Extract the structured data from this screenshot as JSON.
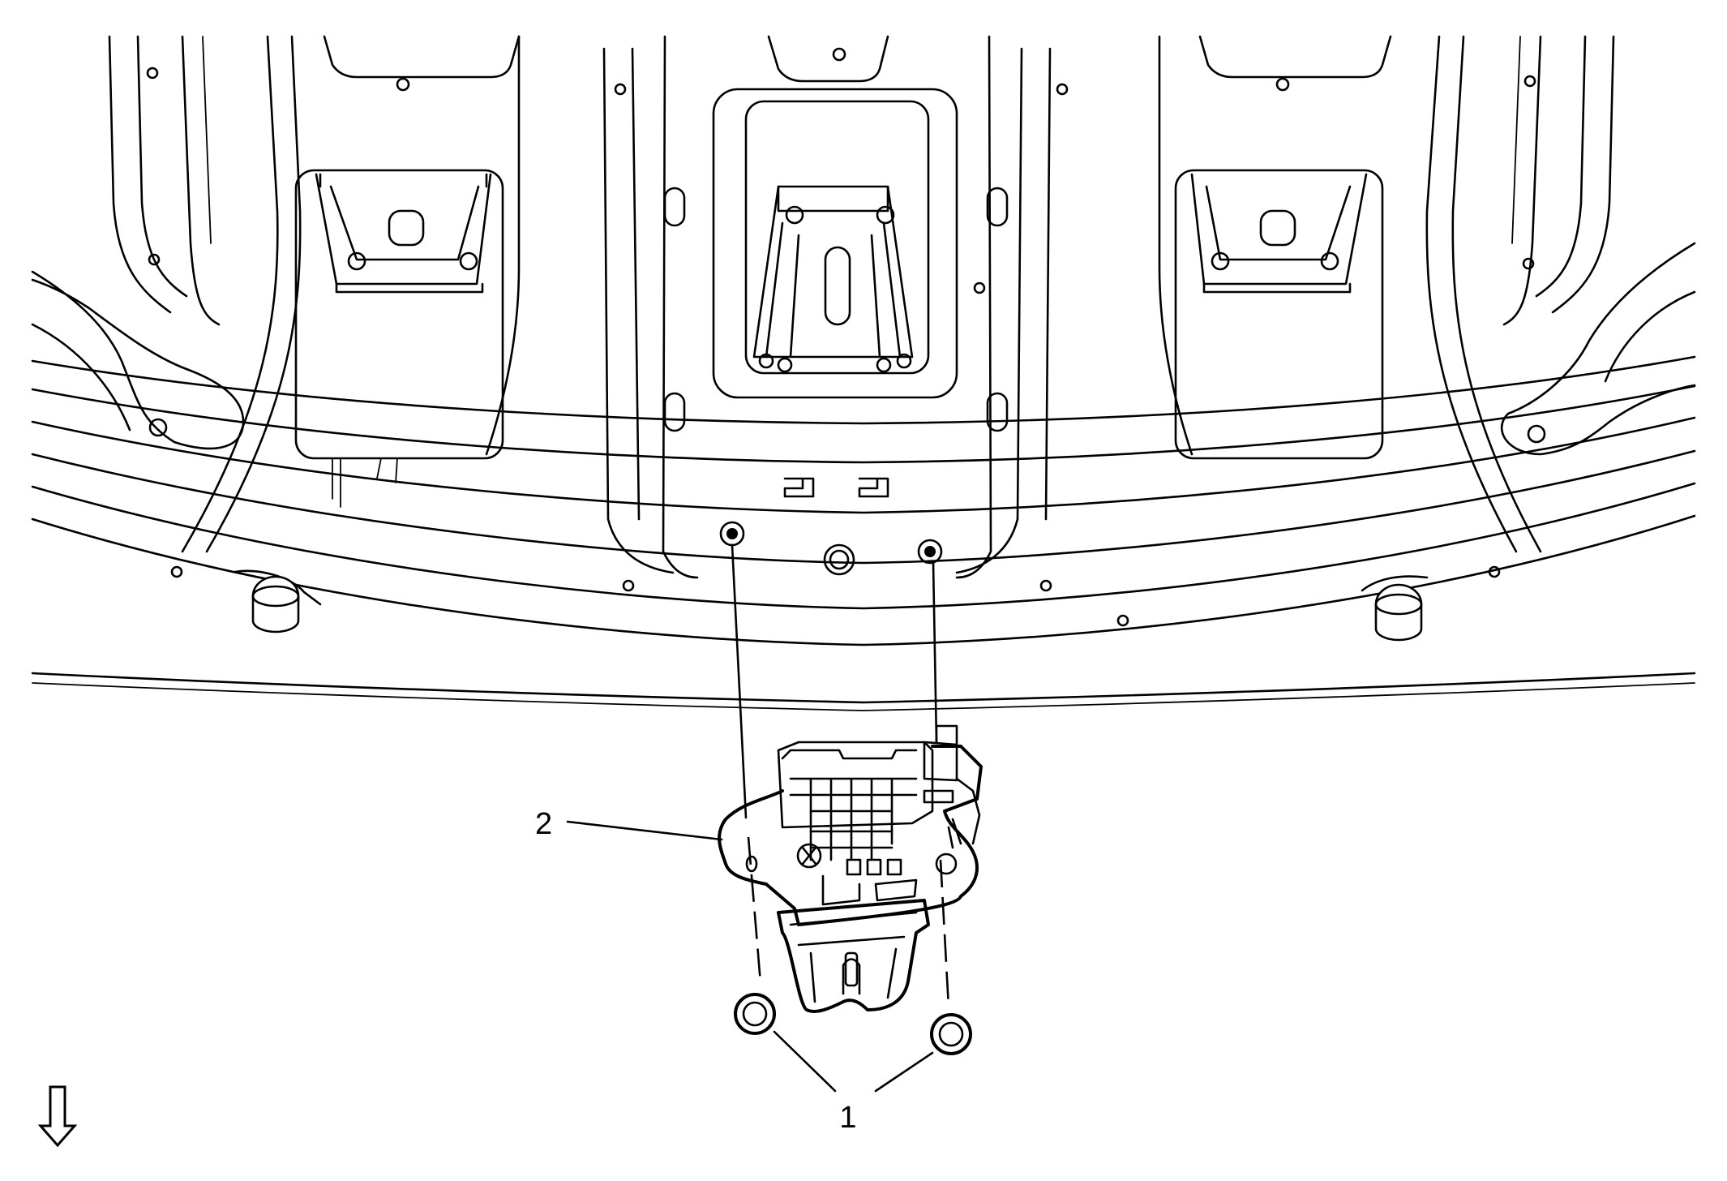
{
  "callouts": [
    {
      "id": "label-1",
      "text": "1"
    },
    {
      "id": "label-2",
      "text": "2"
    }
  ],
  "view_arrow_icon": "down-outline-arrow-icon",
  "line_color": "#000000",
  "background_color": "#ffffff"
}
